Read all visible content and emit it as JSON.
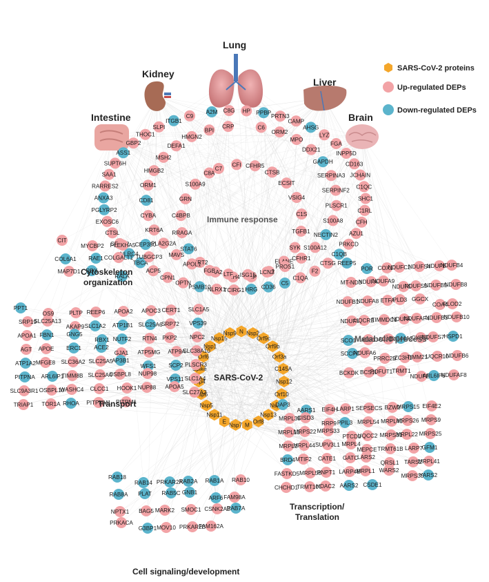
{
  "colors": {
    "up": "#f2a3a6",
    "down": "#5bb4cc",
    "viral": "#f4a62a",
    "edge": "#c9c9c9",
    "organ": "#d9888a"
  },
  "legend": [
    {
      "kind": "viral",
      "label": "SARS-CoV-2 proteins"
    },
    {
      "kind": "up",
      "label": "Up-regulated DEPs"
    },
    {
      "kind": "down",
      "label": "Down-regulated DEPs"
    }
  ],
  "organs": [
    {
      "id": "lung",
      "label": "Lung",
      "icon": "lung-icon"
    },
    {
      "id": "kidney",
      "label": "Kidney",
      "icon": "kidney-icon"
    },
    {
      "id": "liver",
      "label": "Liver",
      "icon": "liver-icon"
    },
    {
      "id": "intestine",
      "label": "Intestine",
      "icon": "intestine-icon"
    },
    {
      "id": "brain",
      "label": "Brain",
      "icon": "brain-icon"
    }
  ],
  "clusters": {
    "immune": "Immune response",
    "cytoskeleton_1": "Cytoskeleton",
    "cytoskeleton_2": "organization",
    "metabolic": "Metabolic process",
    "transport": "Transport",
    "transcription_1": "Transcription/",
    "transcription_2": "Translation",
    "signaling": "Cell signaling/development",
    "sarscov2": "SARS-CoV-2"
  },
  "viral_proteins": [
    "N",
    "Nsp2",
    "Orf9c",
    "Orf9b",
    "Orf3a",
    "C145A",
    "Nsp12",
    "Orf10",
    "Nsp8",
    "Nsp13",
    "Orf8",
    "M",
    "Nsp7",
    "E",
    "Nsp11",
    "Nsp5",
    "Nsp6",
    "Nsp4",
    "Spike",
    "Orf6",
    "Nsp1",
    "Nsp15",
    "Nsp9"
  ],
  "immune_inner": [
    "C7",
    "CFI",
    "CFHR5",
    "CTSB",
    "ECSIT",
    "VSIG4",
    "C1S",
    "TGFB1",
    "SYK",
    "ELANE",
    "C1R",
    "LBP",
    "ITIH4",
    "SAA2",
    "SIRT2",
    "STAT6",
    "RRAGA",
    "C4BPB",
    "GRN",
    "S100A9",
    "C8A"
  ],
  "immune_mid": [
    "A2M",
    "C8G",
    "HP",
    "PPBP",
    "PRTN3",
    "CAMP",
    "AHSG",
    "LYZ",
    "FGA",
    "INPP5D",
    "CD163",
    "JCHAIN",
    "C1QC",
    "SHC1",
    "C1RL",
    "CFH",
    "AZU1",
    "PRKCD",
    "C1QB",
    "CTSG",
    "F2",
    "C1QA",
    "C5",
    "CD36",
    "HRG",
    "TCIRG1",
    "NLRX1",
    "PSMB10",
    "OPTN",
    "CPN1",
    "ACP5",
    "TBCA",
    "NLRC4",
    "CFHR2",
    "CTSL",
    "EXOSC6",
    "PGLYRP2",
    "ANXA3",
    "RARRES2",
    "SAA1",
    "SUPT6H",
    "ASS1",
    "GBP2",
    "THOC1",
    "SLPI",
    "ITGB1",
    "C9"
  ],
  "immune_outer": [
    "C6",
    "ORM2",
    "MPO",
    "DDX21",
    "GAPDH",
    "SERPINA3",
    "SERPINF2",
    "PLSCR1",
    "S100A8",
    "NECTIN2",
    "S100A12",
    "CFHR1",
    "PROS1",
    "LCN2",
    "ISG15",
    "LTF",
    "FGB",
    "APOL1",
    "MAVS",
    "PLA2G2A",
    "KRT6A",
    "CYBA",
    "CD81",
    "ORM1",
    "HMGB2",
    "MSH2",
    "DEFA1",
    "HMGN2",
    "BPI",
    "CRP"
  ],
  "metabolic": [
    "REEP5",
    "POR",
    "COX17",
    "NDUFC2",
    "NDUFS4",
    "NDUFB11",
    "NDUFB4",
    "MT-ND3",
    "NDUFA13",
    "NDUFA9",
    "NDUFS8",
    "NDUFS5",
    "NDUFB5",
    "NDUFB8",
    "NDUFB1",
    "NDUFA8",
    "ETFA",
    "PLD3",
    "GGCX",
    "COA4",
    "PLOD2",
    "NDUFV3",
    "UQCRB",
    "TIMMDC1",
    "NDUFA11",
    "NDUFAF4",
    "NDUFB3",
    "NDUFB10",
    "SCO1",
    "ALG1",
    "ACADM",
    "SLC44A2",
    "CYB5B",
    "NDUFS7",
    "HSPD1",
    "SCCPDH",
    "NDUFA6",
    "PRRC2B",
    "ZC3H18",
    "TIMM21",
    "UQCR10",
    "NDUFB6",
    "BCKDK",
    "BCS1L",
    "POFUT1",
    "TRMT1",
    "NDUFB7",
    "ARL6IP6",
    "NDUFAF8"
  ],
  "cytoskeleton": [
    "CIT",
    "MYCBP2",
    "PLEKHA5",
    "CEP350",
    "COL6A1",
    "RAE1",
    "COLGALT1",
    "TUBGCP3",
    "MAP7D1",
    "RDX",
    "RALA"
  ],
  "transport": [
    "PPT1",
    "OS9",
    "PLTP",
    "REEP6",
    "APOA2",
    "APOC3",
    "CERT1",
    "SLC1A5",
    "SRP19",
    "SLC25A13",
    "AKAP9",
    "SLC1A2",
    "ATP1B1",
    "SLC25A6",
    "SRP72",
    "VPS39",
    "APOA1",
    "FBN1",
    "GNG5",
    "RBX1",
    "NUTF2",
    "RTN4",
    "PKP2",
    "NPC2",
    "AGT",
    "APOE",
    "ERC1",
    "ACE2",
    "GJA1",
    "ATP5MG",
    "ATP9A",
    "SLC38A10",
    "ATP1A2",
    "MFGE8",
    "SLC36A2",
    "SLC25A5",
    "AP3B1",
    "WFS1",
    "SCP2",
    "PLSCR3",
    "PITPNA",
    "ARL6IP1",
    "TIMM8B",
    "SLC25A4",
    "OSBPL8",
    "NUP98",
    "VPS11",
    "SLC1A4",
    "SLC9A3R1",
    "OSBPL10",
    "WASHC4",
    "CLCC1",
    "HOOK1",
    "NUP88",
    "APOA5",
    "SLC27A2",
    "TRIAP1",
    "TOR1A",
    "RHOA",
    "PITPNM1",
    "PITRM1"
  ],
  "transcription": [
    "DAP3",
    "AARS1",
    "EIF4H",
    "LARP1",
    "SEPSECS",
    "BZW2",
    "MRPS15",
    "EIF4E2",
    "MRPL38",
    "CISD3",
    "RRP9",
    "PPIL3",
    "MRPL54",
    "MRPL40",
    "MRPS26",
    "MRPS9",
    "MRPL13",
    "MRPS22",
    "MRPS33",
    "PTCD3",
    "UQCC2",
    "MRPS31",
    "MRPL22",
    "MRPS25",
    "MRPL3",
    "MRPL44",
    "SUPV3L1",
    "MRPL4",
    "MEPCE",
    "TRMT61B",
    "LARP7",
    "GFM1",
    "BRD4",
    "MTIF2",
    "CATE1",
    "GATC",
    "LARS2",
    "QRSL1",
    "TARS2",
    "MRPL41",
    "FASTKD5",
    "MRPL58",
    "PNPT1",
    "LARP4B",
    "MRPL1",
    "WARS2",
    "MRPS35",
    "YARS2",
    "CHCHD1",
    "TRMT10C",
    "HDAC2",
    "AARS2",
    "CSDE1"
  ],
  "signaling": [
    "RAB18",
    "RAB14",
    "PRKAR2A",
    "RAB2A",
    "RAB1A",
    "RAB10",
    "RAB8A",
    "PLAT",
    "RAB5C",
    "GNB1",
    "ARF6",
    "FAM98A",
    "NPTX1",
    "BAG5",
    "MARK2",
    "SMOC1",
    "CSNK2A2",
    "RAB7A",
    "PRKACA",
    "G3BP1",
    "MOV10",
    "PRKAR2B",
    "FAM162A"
  ]
}
